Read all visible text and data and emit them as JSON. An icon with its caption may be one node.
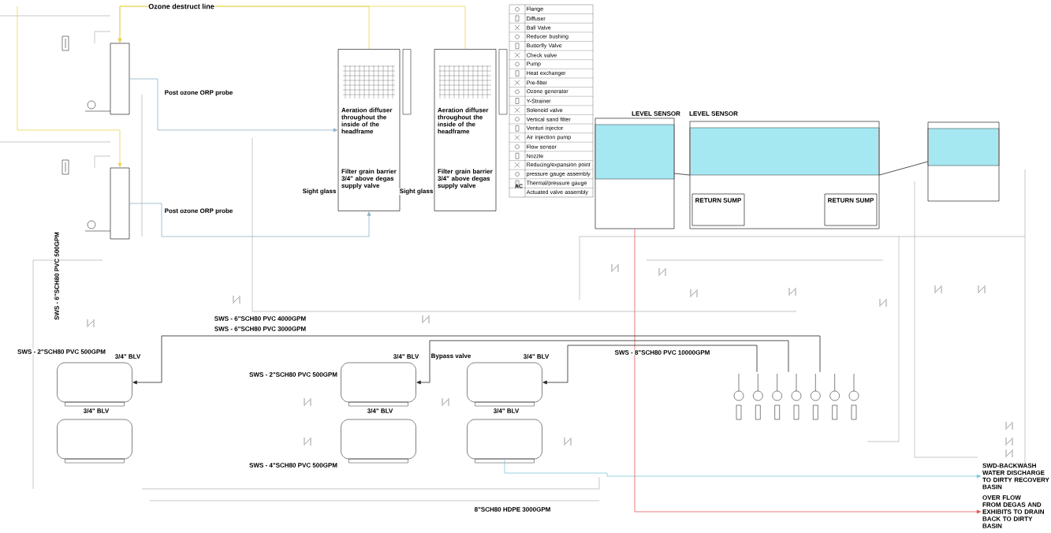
{
  "diagram": {
    "nodes": [
      {
        "text": [],
        "shape": "box"
      },
      {
        "text": [],
        "shape": "box"
      },
      {
        "text": [
          "Aeration diffuser throughout the inside of the headframe",
          "Filter grain barrier 3/4\" above degas supply valve"
        ]
      },
      {
        "text": [
          "Aeration diffuser throughout the inside of the headframe",
          "Filter grain barrier 3/4\" above degas supply valve"
        ]
      },
      {
        "text": [],
        "shape": "box"
      },
      {
        "text": [],
        "shape": "box"
      },
      {
        "text": [
          "RETURN SUMP"
        ],
        "in": 5
      },
      {
        "text": [
          "RETURN SUMP"
        ],
        "in": 5
      },
      {
        "text": [],
        "shape": "box"
      },
      {
        "text": [],
        "shape": "cylinder"
      },
      {
        "text": [],
        "shape": "cylinder"
      },
      {
        "text": [],
        "shape": "cylinder"
      },
      {
        "text": [],
        "shape": "cylinder"
      },
      {
        "text": [],
        "shape": "cylinder"
      },
      {
        "text": [],
        "shape": "cylinder"
      },
      {
        "text": [
          "SWD-BACKWASH WATER DISCHARGE TO DIRTY RECOVERY BASIN"
        ]
      },
      {
        "text": [
          "OVER FLOW FROM DEGAS AND EXHIBITS TO DRAIN BACK TO DIRTY BASIN"
        ]
      },
      {
        "text": [],
        "shape": "pump"
      }
    ],
    "edges": [
      {
        "from": 2,
        "to": 0,
        "arrow": "to",
        "color": "#e8d44d"
      },
      {
        "from": 3,
        "to": 0,
        "arrow": "to",
        "color": "#e8d44d"
      },
      {
        "from": null,
        "to": 1,
        "arrow": "to",
        "color": "#e8d44d"
      },
      {
        "from": 0,
        "to": 2,
        "arrow": "to",
        "color": "#8fb3c7"
      },
      {
        "from": 1,
        "to": 2,
        "arrow": "to",
        "color": "#8fb3c7"
      },
      {
        "from": 4,
        "to": 5,
        "arrow": "none"
      },
      {
        "from": 5,
        "to": 8,
        "arrow": "none"
      },
      {
        "from": 14,
        "to": 15,
        "arrow": "to",
        "color": "#7fc8d8"
      },
      {
        "from": 4,
        "to": 16,
        "arrow": "to",
        "color": "#e05a5a"
      },
      {
        "from": 17,
        "to": 13,
        "arrow": "to"
      },
      {
        "from": 17,
        "to": 11,
        "arrow": "to"
      },
      {
        "from": 17,
        "to": 9,
        "arrow": "to"
      }
    ],
    "labels": [
      "Ozone destruct line",
      "Post ozone ORP probe",
      "Post ozone ORP probe",
      "Sight glass",
      "Sight glass",
      "LEVEL SENSOR",
      "LEVEL SENSOR",
      "SWS - 6\"SCH80 PVC 500GPM",
      "SWS - 6\"SCH80 PVC 4000GPM",
      "SWS - 2\"SCH80 PVC 500GPM",
      "SWS - 6\"SCH80 PVC 3000GPM",
      "3/4\" BLV",
      "3/4\" BLV",
      "Bypass valve",
      "SWS - 2\"SCH80 PVC 500GPM",
      "SWS - 8\"SCH80 PVC 10000GPM",
      "3/4\" BLV",
      "3/4\" BLV",
      "3/4\" BLV",
      "3/4\" BLV",
      "SWS - 4\"SCH80 PVC 500GPM",
      "8\"SCH80 HDPE 3000GPM",
      "AC"
    ],
    "legend": [
      {
        "text": "Flange"
      },
      {
        "text": "Diffuser"
      },
      {
        "text": "Ball Valve"
      },
      {
        "text": "Reducer bushing"
      },
      {
        "text": "Butterfly Valve"
      },
      {
        "text": "Check valve"
      },
      {
        "text": "Pump"
      },
      {
        "text": "Heat exchanger"
      },
      {
        "text": "Pre-filter"
      },
      {
        "text": "Ozone generator"
      },
      {
        "text": "Y-Strainer"
      },
      {
        "text": "Solenoid valve"
      },
      {
        "text": "Vertical sand filter"
      },
      {
        "text": "Venturi injector"
      },
      {
        "text": "Air injection pump"
      },
      {
        "text": "Flow sensor"
      },
      {
        "text": "Nozzle"
      },
      {
        "text": "Reducing/expansion point"
      },
      {
        "text": "pressure gauge assembly"
      },
      {
        "text": "Thermal/pressure gauge"
      },
      {
        "text": "Actuated valve assembly"
      }
    ]
  }
}
